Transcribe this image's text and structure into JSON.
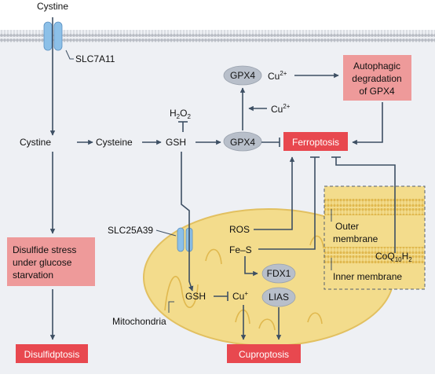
{
  "labels": {
    "cystine_top": "Cystine",
    "slc7a11": "SLC7A11",
    "gpx4_top": "GPX4",
    "cu_top": "Cu",
    "cu_top_sup": "2+",
    "autophagic": [
      "Autophagic",
      "degradation",
      "of GPX4"
    ],
    "h2o2_h": "H",
    "h2o2_sub1": "2",
    "h2o2_o": "O",
    "h2o2_sub2": "2",
    "cu_mid": "Cu",
    "cu_mid_sup": "2+",
    "cystine_mid": "Cystine",
    "cysteine": "Cysteine",
    "gsh_mid": "GSH",
    "gpx4_mid": "GPX4",
    "ferroptosis": "Ferroptosis",
    "outer_membrane": [
      "Outer",
      "membrane"
    ],
    "coq_a": "CoQ",
    "coq_sub": "10",
    "coq_b": "H",
    "coq_sub2": "2",
    "inner_membrane": "Inner membrane",
    "slc25a39": "SLC25A39",
    "ros": "ROS",
    "fes": "Fe–S",
    "fdx1": "FDX1",
    "lias": "LIAS",
    "gsh_low": "GSH",
    "cu_low": "Cu",
    "cu_low_sup": "+",
    "mitochondria": "Mitochondria",
    "disulfide_stress": [
      "Disulfide stress",
      "under glucose",
      "starvation"
    ],
    "disulfidptosis": "Disulfidptosis",
    "cuproptosis": "Cuproptosis"
  },
  "colors": {
    "cell_bg": "#eef0f4",
    "membrane": "#b8bcc4",
    "channel": "#8cc0e8",
    "mito_fill": "#f3dc8c",
    "mito_stroke": "#e2c060",
    "arrow": "#3d4f63",
    "ellipse_fill": "#b8bfca",
    "red_box": "#e8484f",
    "pink_box": "#ee9a9a"
  }
}
